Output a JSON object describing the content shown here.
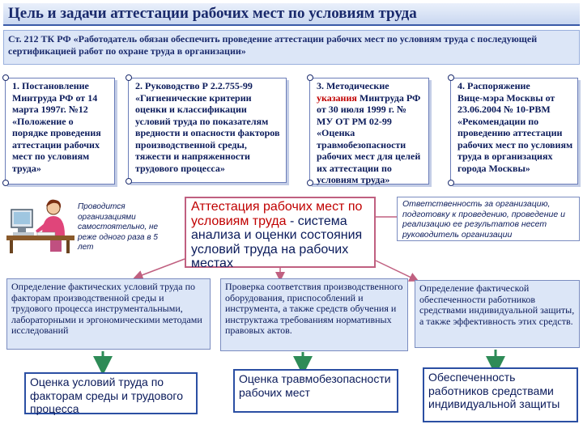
{
  "title": "Цель и задачи аттестации рабочих мест по условиям труда",
  "intro": "Ст. 212 ТК РФ «Работодатель обязан обеспечить проведение аттестации рабочих мест по условиям труда с последующей сертификацией работ по охране труда в организации»",
  "docs": [
    {
      "name": "1. Постановление",
      "body": "Минтруда РФ от 14 марта 1997г. №12 «Положение о порядке проведения аттестации рабочих мест по условиям труда»"
    },
    {
      "name": "2. Руководство  Р 2.2.755-99",
      "body": "«Гигиенические критерии оценки и классификации условий труда по показателям вредности и опасности факторов производственной среды, тяжести и напряженности трудового процесса»"
    },
    {
      "name": "3. Методические",
      "name2": "указания",
      "body": "Минтруда РФ от 30 июля 1999 г. № МУ ОТ РМ 02-99 «Оценка травмобезопасности рабочих мест для целей их аттестации по условиям труда»"
    },
    {
      "name": "4. Распоряжение",
      "body": "Вице-мэра Москвы от 23.06.2004 № 10-РВМ «Рекомендации по проведению аттестации рабочих мест по условиям труда в организациях города Москвы»"
    }
  ],
  "frequency_note": "Проводится организациями самостоятельно, не реже одного раза в 5 лет",
  "center": {
    "highlight": "Аттестация рабочих мест по условиям труда",
    "rest": " - система анализа и оценки состояния условий труда на рабочих местах"
  },
  "responsibility": "Ответственность за организацию, подготовку к проведению, проведение и реализацию ее результатов несет руководитель организации",
  "tasks": [
    "Определение фактических условий труда по факторам производственной среды и трудового процесса инструментальными, лабораторными и эргономическими методами исследований",
    "Проверка соответствия производственного оборудования, приспособлений и инструмента, а также средств обучения и инструктажа требованиям нормативных правовых актов.",
    "Определение фактической обеспеченности работников средствами индивидуальной защиты, а также эффективность этих средств."
  ],
  "results": [
    "Оценка условий труда по факторам среды и трудового процесса",
    "Оценка травмобезопасности рабочих мест",
    "Обеспеченность работников средствами индивидуальной защиты"
  ],
  "colors": {
    "accent": "#c00000",
    "navy": "#0a1a5a",
    "arrow": "#2e8b57",
    "light_blue": "#dce6f7"
  }
}
